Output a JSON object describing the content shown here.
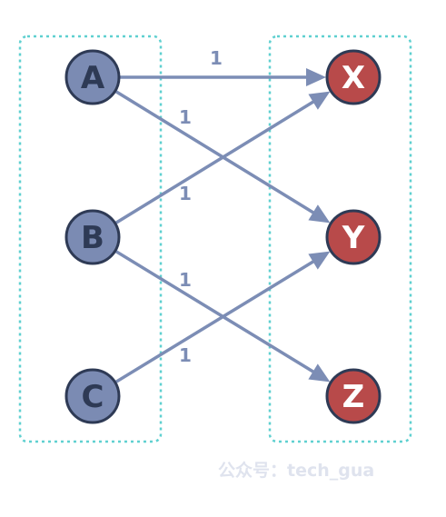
{
  "colors": {
    "left_node_fill": "#7b8bb3",
    "left_node_text": "#2e3a55",
    "right_node_fill": "#b84a4a",
    "right_node_text": "#ffffff",
    "node_stroke": "#2e3a55",
    "edge": "#7c8db5",
    "group_border": "#5fd0d0",
    "watermark": "#dfe3ee"
  },
  "left_nodes": [
    {
      "id": "A",
      "label": "A"
    },
    {
      "id": "B",
      "label": "B"
    },
    {
      "id": "C",
      "label": "C"
    }
  ],
  "right_nodes": [
    {
      "id": "X",
      "label": "X"
    },
    {
      "id": "Y",
      "label": "Y"
    },
    {
      "id": "Z",
      "label": "Z"
    }
  ],
  "edges": [
    {
      "from": "A",
      "to": "X",
      "weight": "1"
    },
    {
      "from": "A",
      "to": "Y",
      "weight": "1"
    },
    {
      "from": "B",
      "to": "X",
      "weight": "1"
    },
    {
      "from": "B",
      "to": "Z",
      "weight": "1"
    },
    {
      "from": "C",
      "to": "Y",
      "weight": "1"
    }
  ],
  "watermark": "公众号：tech_gua"
}
